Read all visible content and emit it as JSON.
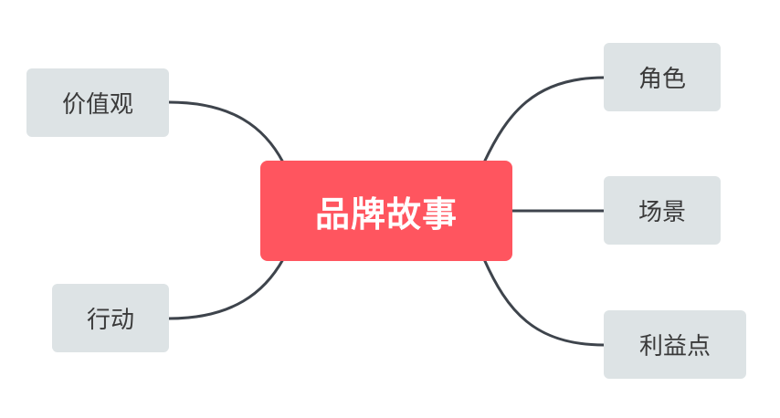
{
  "central_topic": {
    "label": "品牌故事",
    "color": "#ff555f"
  },
  "subtopics": {
    "left": [
      {
        "label": "价值观"
      },
      {
        "label": "行动"
      }
    ],
    "right": [
      {
        "label": "角色"
      },
      {
        "label": "场景"
      },
      {
        "label": "利益点"
      }
    ]
  },
  "colors": {
    "subtopic_fill": "#dde3e5",
    "connector": "#3e444c",
    "subtopic_text": "#3a3a3a",
    "central_text": "#ffffff"
  }
}
